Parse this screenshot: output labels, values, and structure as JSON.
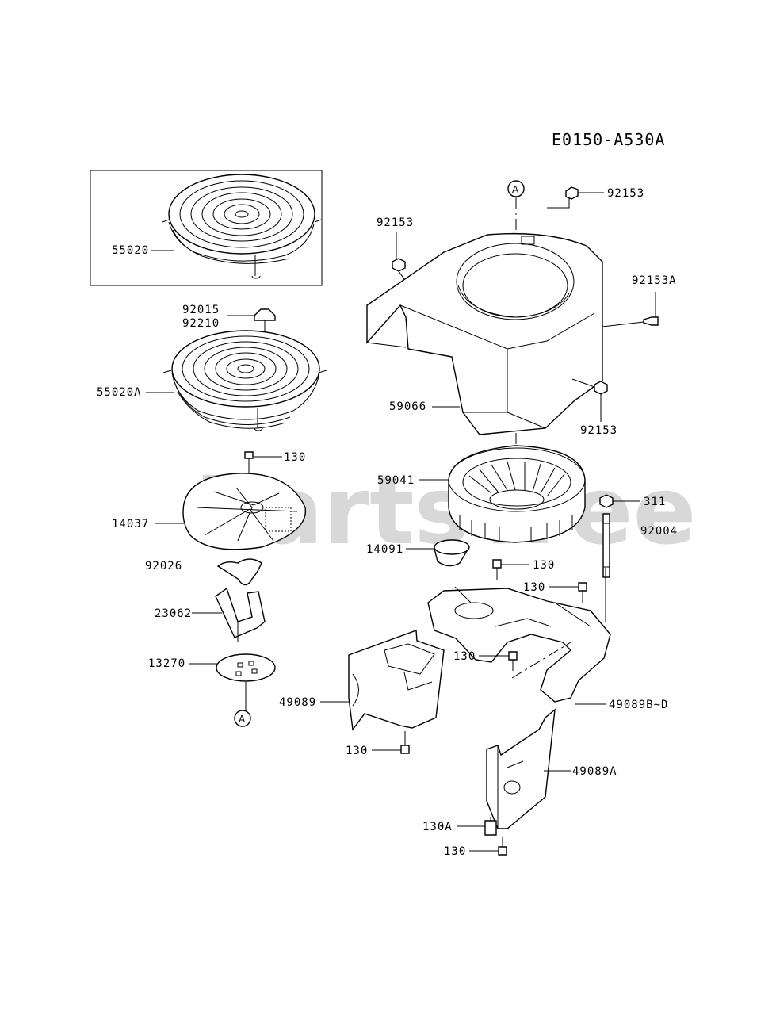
{
  "diagram_code": "E0150-A530A",
  "watermark": "PartsTree",
  "reference_marker": "A",
  "part_labels": {
    "p55020": "55020",
    "p92015": "92015",
    "p92210": "92210",
    "p55020A": "55020A",
    "p130_a": "130",
    "p14037": "14037",
    "p92026": "92026",
    "p23062": "23062",
    "p13270": "13270",
    "p92153_left": "92153",
    "p92153_top": "92153",
    "p92153A": "92153A",
    "p59066": "59066",
    "p92153_right": "92153",
    "p59041": "59041",
    "p311": "311",
    "p92004": "92004",
    "p14091": "14091",
    "p130_b": "130",
    "p130_c": "130",
    "p130_d": "130",
    "p49089": "49089",
    "p49089BD": "49089B~D",
    "p130_e": "130",
    "p49089A": "49089A",
    "p130A": "130A",
    "p130_f": "130"
  },
  "icons": [
    "fan-screen-icon",
    "flywheel-icon",
    "blower-housing-icon",
    "baffle-icon",
    "bolt-icon"
  ]
}
